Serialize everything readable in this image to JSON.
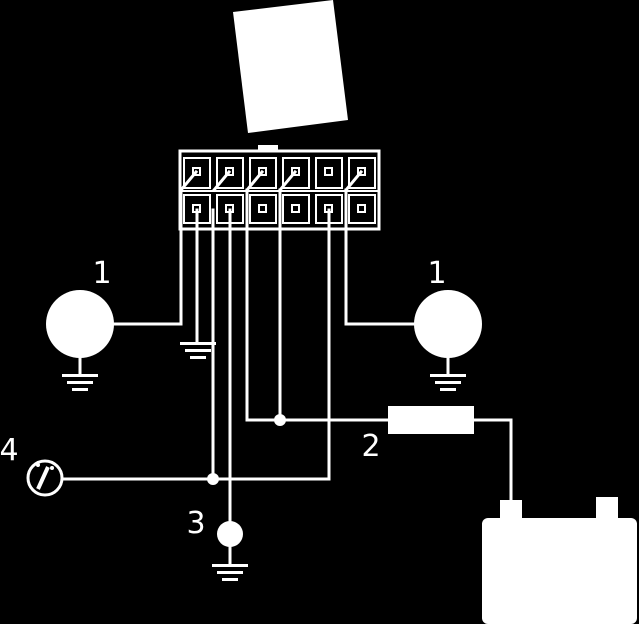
{
  "colors": {
    "background": "#000000",
    "line": "#ffffff"
  },
  "labels": {
    "lamp_left": "1",
    "lamp_right": "1",
    "fuse": "2",
    "sensor": "3",
    "gauge": "4"
  }
}
